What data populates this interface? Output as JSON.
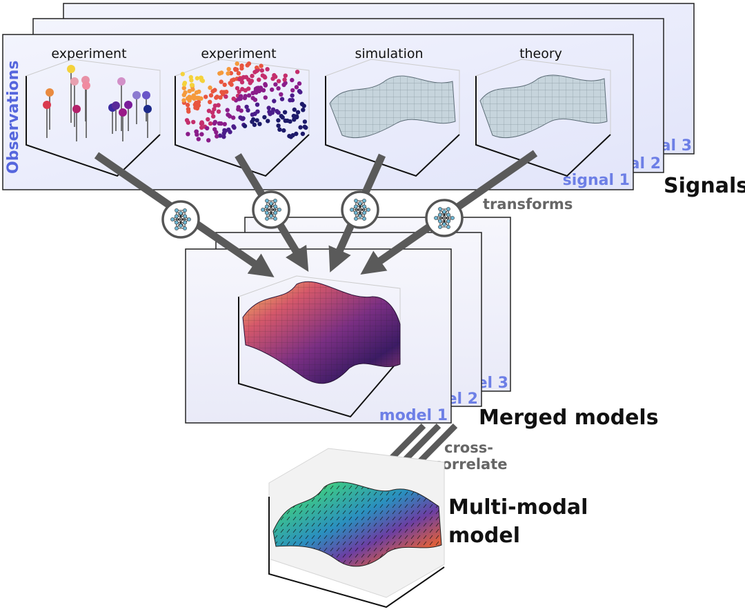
{
  "signals": {
    "title": "Signals",
    "observations_label": "Observations",
    "layers": [
      "signal 1",
      "nal 2",
      "nal 3"
    ],
    "columns": [
      {
        "label": "experiment"
      },
      {
        "label": "experiment"
      },
      {
        "label": "simulation"
      },
      {
        "label": "theory"
      }
    ]
  },
  "transforms_label": "transforms",
  "merged": {
    "title": "Merged models",
    "layers": [
      "model 1",
      "el 2",
      "el 3"
    ]
  },
  "cross_label_1": "cross-",
  "cross_label_2": "correlate",
  "multimodal": {
    "line1": "Multi-modal",
    "line2": "model"
  },
  "colors": {
    "signal_panel_fill": "#e9ebfb",
    "signal_label": "#6d7fe6",
    "arrow": "#5a5a5a",
    "node_fill": "#6fb7d4",
    "mesh_fill": "#c6d4dc"
  }
}
